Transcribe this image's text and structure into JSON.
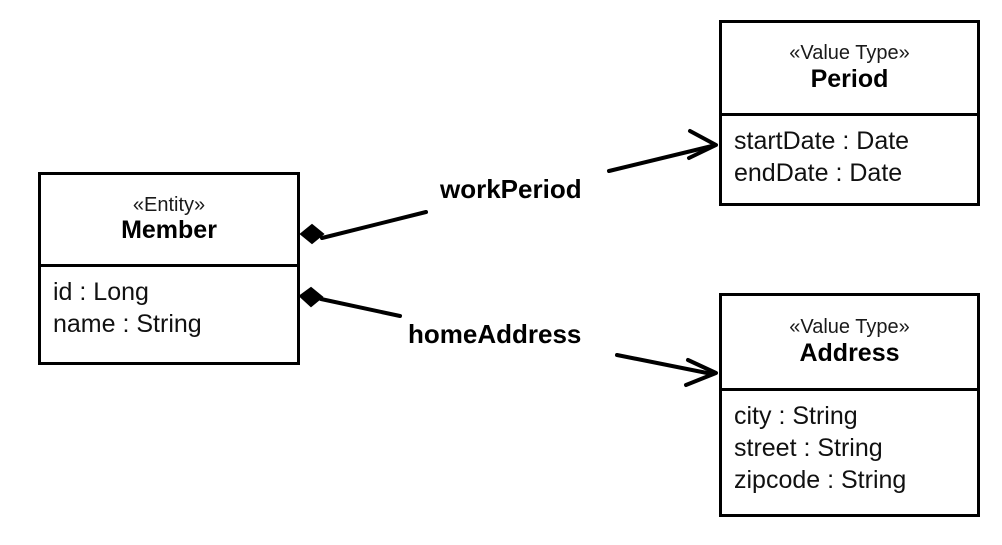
{
  "diagram": {
    "type": "uml-class-diagram",
    "background_color": "#ffffff",
    "line_color": "#000000"
  },
  "classes": [
    {
      "id": "member",
      "stereotype": "«Entity»",
      "name": "Member",
      "attributes": [
        "id : Long",
        "name : String"
      ]
    },
    {
      "id": "period",
      "stereotype": "«Value Type»",
      "name": "Period",
      "attributes": [
        "startDate : Date",
        "endDate : Date"
      ]
    },
    {
      "id": "address",
      "stereotype": "«Value Type»",
      "name": "Address",
      "attributes": [
        "city : String",
        "street : String",
        "zipcode : String"
      ]
    }
  ],
  "associations": [
    {
      "id": "work-period",
      "label": "workPeriod",
      "from": "Member",
      "to": "Period",
      "source_marker": "filled-diamond",
      "target_marker": "open-arrow"
    },
    {
      "id": "home-address",
      "label": "homeAddress",
      "from": "Member",
      "to": "Address",
      "source_marker": "filled-diamond",
      "target_marker": "open-arrow"
    }
  ]
}
